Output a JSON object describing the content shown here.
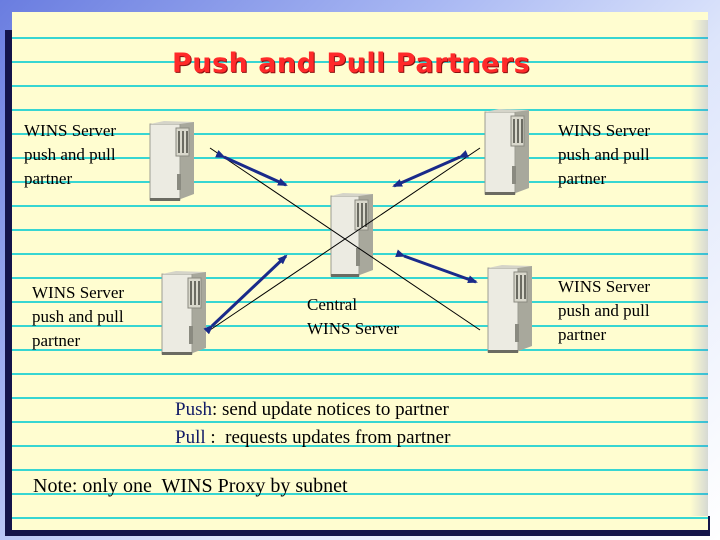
{
  "slide": {
    "title": "Push and Pull Partners"
  },
  "nodes": {
    "top_left": {
      "line1": "WINS Server",
      "line2": "push and pull",
      "line3": "partner"
    },
    "top_right": {
      "line1": "WINS Server",
      "line2": "push and pull",
      "line3": "partner"
    },
    "bottom_left": {
      "line1": "WINS Server",
      "line2": "push and pull",
      "line3": "partner"
    },
    "bottom_right": {
      "line1": "WINS Server",
      "line2": "push and pull",
      "line3": "partner"
    },
    "central": {
      "line1": "Central",
      "line2": "WINS Server"
    }
  },
  "legend": {
    "push_key": "Push",
    "push_text": ": send update notices to partner",
    "pull_key": "Pull",
    "pull_text": " :  requests updates from partner"
  },
  "note": "Note: only one  WINS Proxy by subnet",
  "colors": {
    "title": "#ff2a2a",
    "paper": "#fffdd0",
    "rule_lines": "#37d6d2",
    "arrow": "#1a2a8a",
    "legend_keys": "#111a66"
  },
  "icons": [
    "server-tower-icon",
    "double-arrow-icon"
  ]
}
